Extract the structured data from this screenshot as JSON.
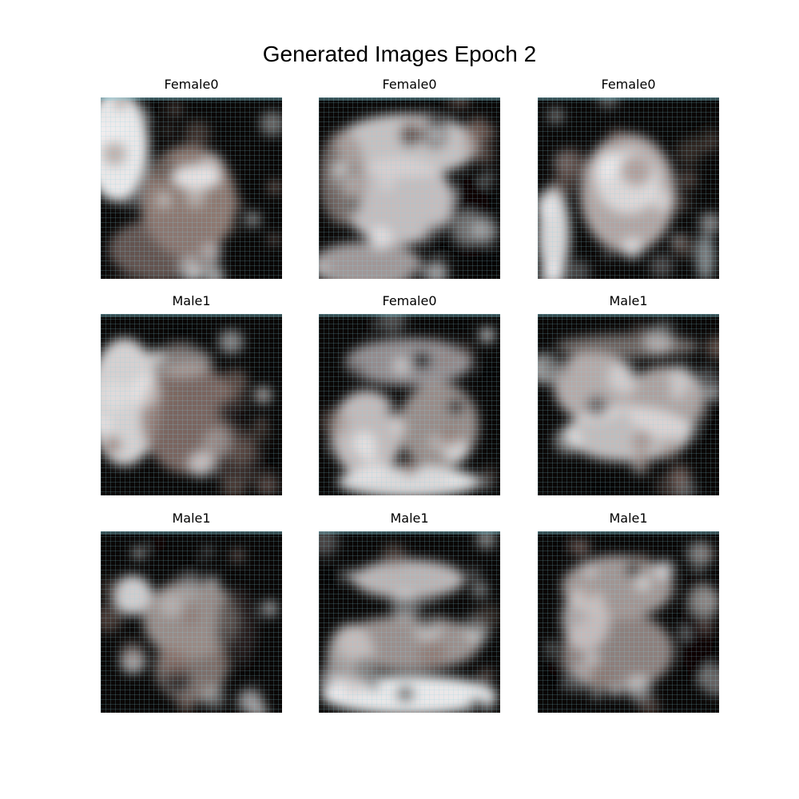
{
  "title": "Generated Images Epoch 2",
  "grid": {
    "rows": 3,
    "columns": 3
  },
  "images": [
    {
      "label": "Female0",
      "tone": "dark-face-bright-left-edge"
    },
    {
      "label": "Female0",
      "tone": "bright-noisy-face"
    },
    {
      "label": "Female0",
      "tone": "round-face-dark-background"
    },
    {
      "label": "Male1",
      "tone": "dark-face-bright-left"
    },
    {
      "label": "Female0",
      "tone": "framed-face-dark-hair"
    },
    {
      "label": "Male1",
      "tone": "mottled-face-bright-band"
    },
    {
      "label": "Male1",
      "tone": "dark-blurry-face"
    },
    {
      "label": "Male1",
      "tone": "horizontal-streaks-bright-bottom"
    },
    {
      "label": "Male1",
      "tone": "dark-mottled-face-right-shadow"
    }
  ],
  "colors": {
    "background": "#ffffff",
    "image_dark": "#0a0706",
    "image_mid": "#8a6f67",
    "image_light": "#f6f2f3",
    "tint_cyan": "#89d4e2"
  }
}
